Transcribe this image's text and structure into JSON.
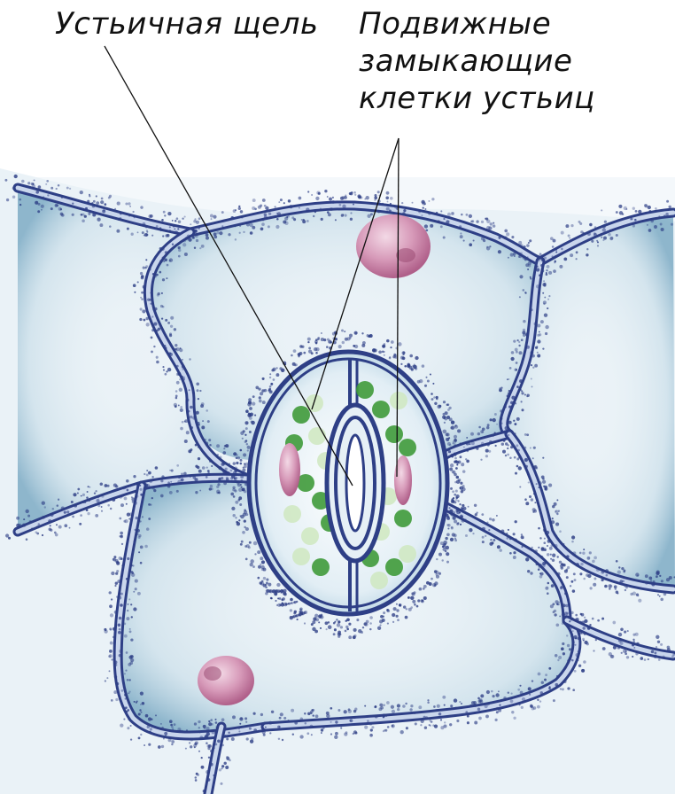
{
  "labels": {
    "stomatal_slit": "Устьичная щель",
    "guard_cells": [
      "Подвижные",
      "замыкающие",
      "клетки устьиц"
    ]
  },
  "colors": {
    "cell_wall": "#2e3f86",
    "cell_wall_light": "#c9d6ec",
    "cytoplasm_tint": "#8fb9cf",
    "chloroplast": "#3f9a3a",
    "chloroplast_light": "#cfe8c0",
    "nucleus": "#c97fa3",
    "leader_line": "#111111"
  }
}
